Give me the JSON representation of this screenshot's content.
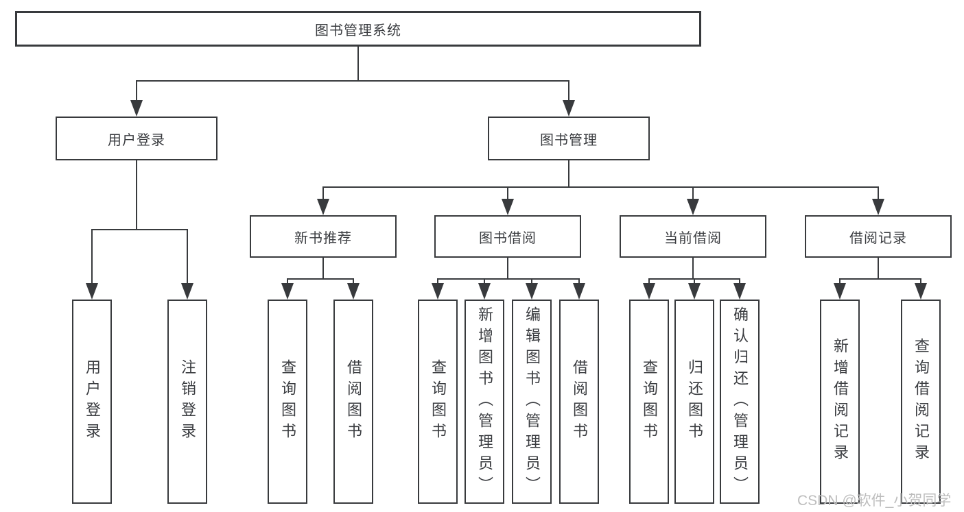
{
  "colors": {
    "line": "#383a3d",
    "box_border": "#383a3d",
    "text": "#3a3c40",
    "watermark": "#bdbdbd",
    "background": "#ffffff"
  },
  "diagram": {
    "root_label": "图书管理系统",
    "branches": [
      {
        "label": "用户登录",
        "children": [
          {
            "label": "用户登录"
          },
          {
            "label": "注销登录"
          }
        ]
      },
      {
        "label": "图书管理",
        "children": [
          {
            "label": "新书推荐",
            "children": [
              {
                "label": "查询图书"
              },
              {
                "label": "借阅图书"
              }
            ]
          },
          {
            "label": "图书借阅",
            "children": [
              {
                "label": "查询图书"
              },
              {
                "label": "新增图书（管理员）"
              },
              {
                "label": "编辑图书（管理员）"
              },
              {
                "label": "借阅图书"
              }
            ]
          },
          {
            "label": "当前借阅",
            "children": [
              {
                "label": "查询图书"
              },
              {
                "label": "归还图书"
              },
              {
                "label": "确认归还（管理员）"
              }
            ]
          },
          {
            "label": "借阅记录",
            "children": [
              {
                "label": "新增借阅记录"
              },
              {
                "label": "查询借阅记录"
              }
            ]
          }
        ]
      }
    ]
  },
  "watermark": {
    "text": "CSDN @软件_小贺同学"
  }
}
